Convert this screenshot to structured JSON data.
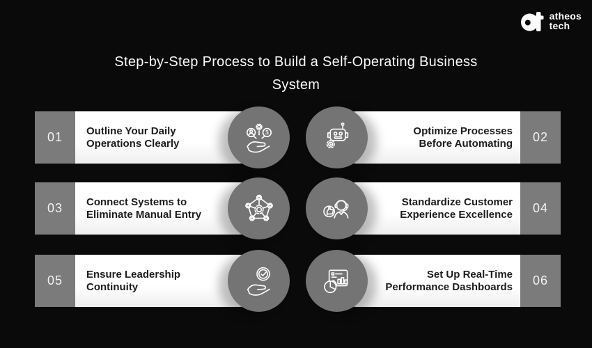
{
  "brand": {
    "mark": "at-monogram",
    "name_line1": "atheos",
    "name_line2": "tech"
  },
  "title": {
    "line1": "Step-by-Step Process to Build a Self-Operating Business",
    "line2": "System",
    "full": "Step-by-Step Process to Build a Self-Operating Business System"
  },
  "steps": [
    {
      "number": "01",
      "line1": "Outline Your Daily",
      "line2": "Operations Clearly",
      "icon": "hand-resources-icon",
      "side": "left"
    },
    {
      "number": "02",
      "line1": "Optimize Processes",
      "line2": "Before Automating",
      "icon": "robot-automation-icon",
      "side": "right"
    },
    {
      "number": "03",
      "line1": "Connect Systems to",
      "line2": "Eliminate Manual Entry",
      "icon": "connected-gears-network-icon",
      "side": "left"
    },
    {
      "number": "04",
      "line1": "Standardize Customer",
      "line2": "Experience Excellence",
      "icon": "customer-support-thumbs-up-icon",
      "side": "right"
    },
    {
      "number": "05",
      "line1": "Ensure Leadership",
      "line2": "Continuity",
      "icon": "hand-check-icon",
      "side": "left"
    },
    {
      "number": "06",
      "line1": "Set Up Real-Time",
      "line2": "Performance Dashboards",
      "icon": "dashboard-charts-icon",
      "side": "right"
    }
  ],
  "colors": {
    "background": "#0a0a0a",
    "number_box": "#7b7b7b",
    "icon_circle": "#747474",
    "card": "#ffffff",
    "card_text": "#1c1c1c",
    "title_text": "#fafafa"
  }
}
